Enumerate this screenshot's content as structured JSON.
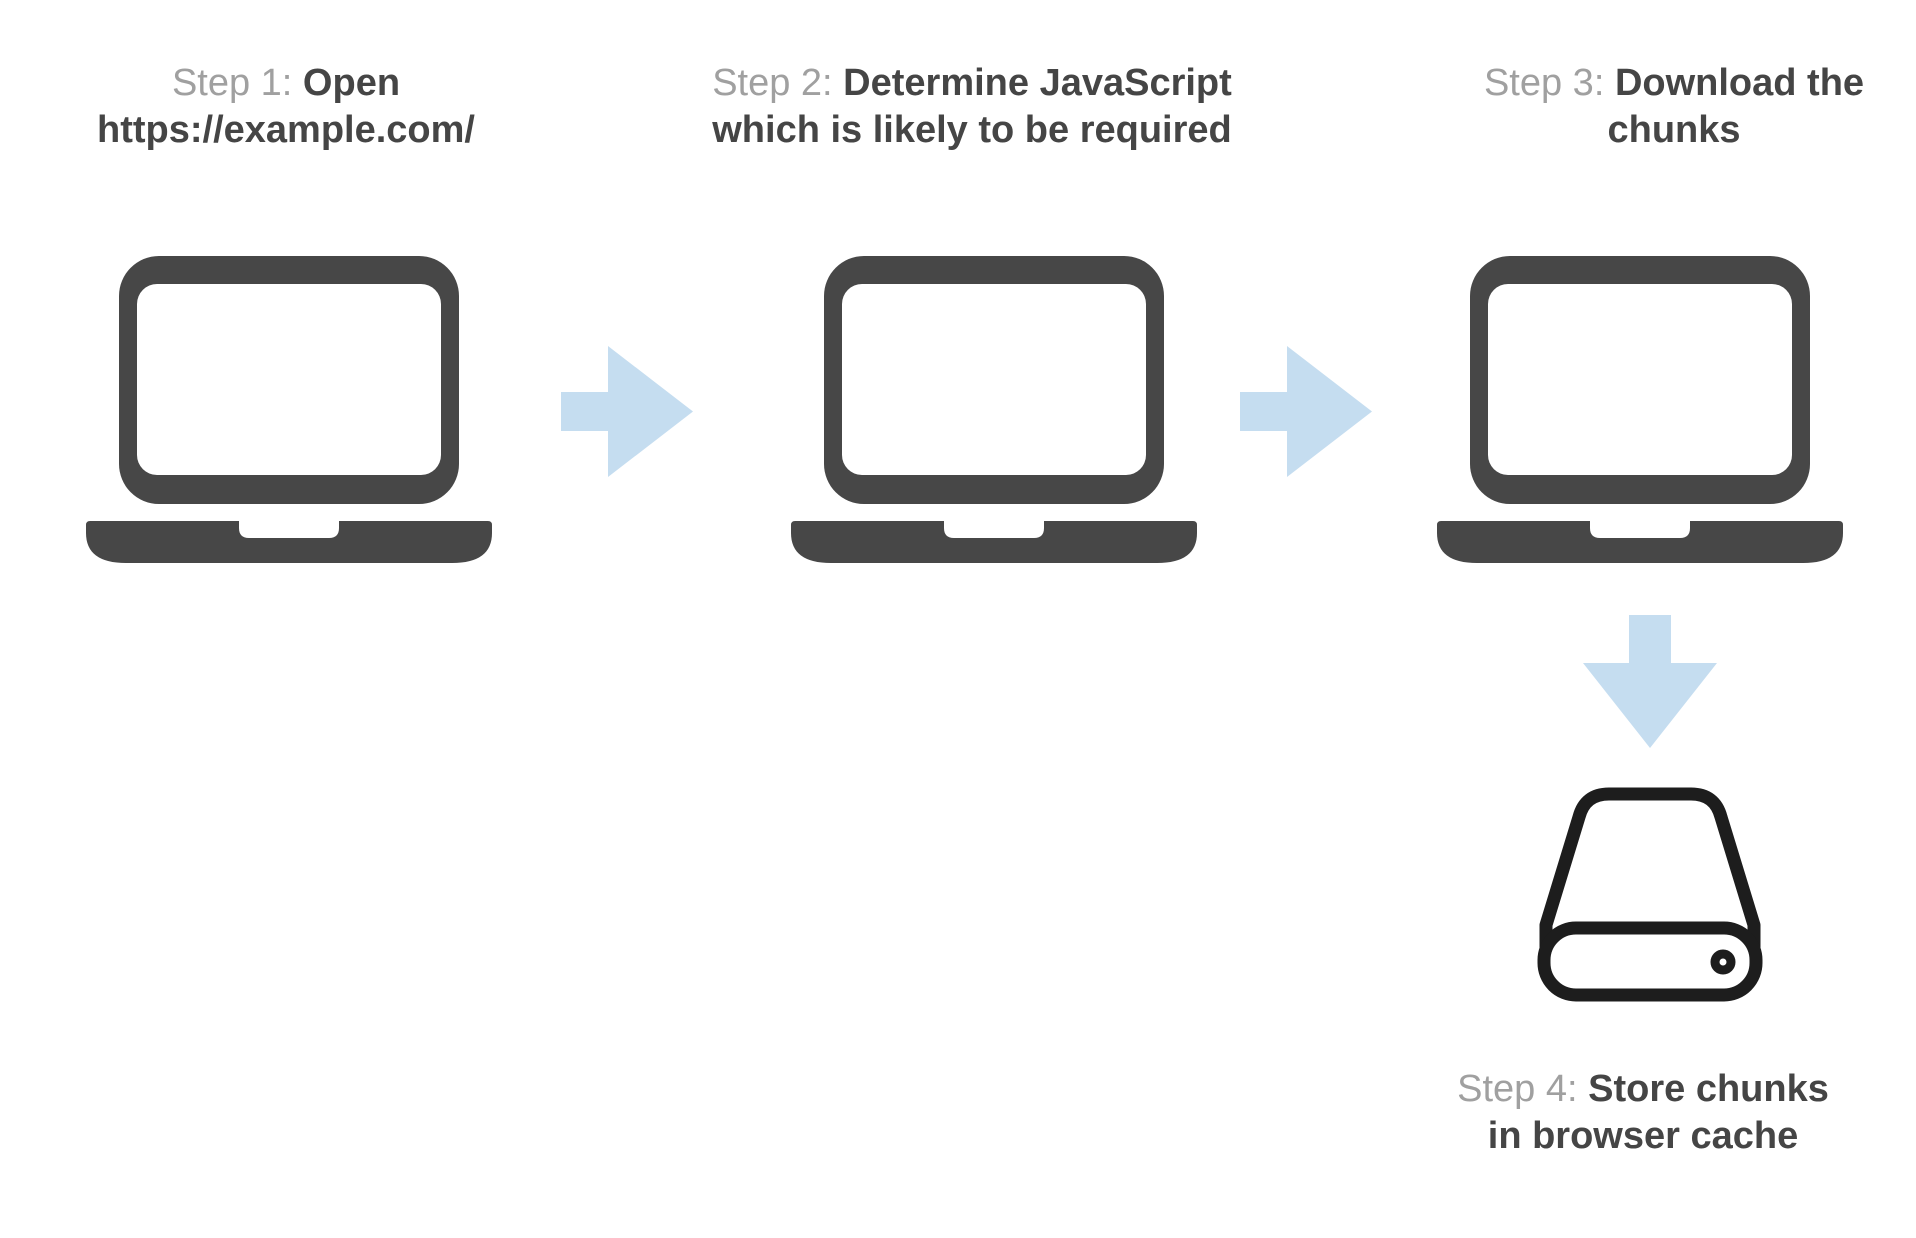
{
  "diagram": {
    "description": "Four-step flow for JavaScript chunk prefetching and caching"
  },
  "colors": {
    "step_label_gray": "#a0a0a0",
    "step_text_dark": "#454545",
    "laptop_gray": "#474747",
    "arrow_blue": "#c5ddf0",
    "drive_outline": "#1d1d1d",
    "background": "#ffffff"
  },
  "steps": [
    {
      "label": "Step 1:",
      "line1": "Open",
      "line2": "https://example.com/",
      "icon": "laptop-icon"
    },
    {
      "label": "Step 2:",
      "line1": "Determine JavaScript",
      "line2": "which is likely to be required",
      "icon": "laptop-icon"
    },
    {
      "label": "Step 3:",
      "line1": "Download the",
      "line2": "chunks",
      "icon": "laptop-icon"
    },
    {
      "label": "Step 4:",
      "line1": "Store chunks",
      "line2": "in browser cache",
      "icon": "hard-drive-icon"
    }
  ],
  "arrows": [
    {
      "direction": "right",
      "from": "step-1",
      "to": "step-2"
    },
    {
      "direction": "right",
      "from": "step-2",
      "to": "step-3"
    },
    {
      "direction": "down",
      "from": "step-3",
      "to": "step-4"
    }
  ]
}
